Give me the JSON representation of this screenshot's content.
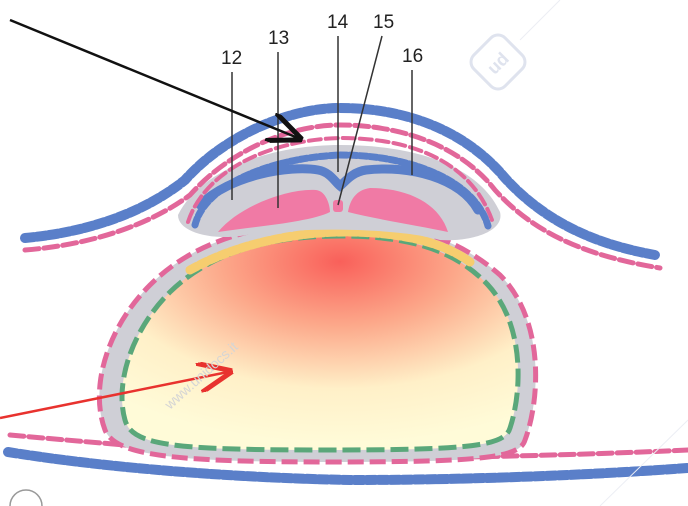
{
  "labels": [
    {
      "id": "12",
      "text": "12"
    },
    {
      "id": "13",
      "text": "13"
    },
    {
      "id": "14",
      "text": "14"
    },
    {
      "id": "15",
      "text": "15"
    },
    {
      "id": "16",
      "text": "16"
    }
  ],
  "watermarks": [
    "www.unidocs.it",
    "ud"
  ],
  "colors": {
    "ectoderm_blue": "#5a7fc9",
    "mesoderm_pink": "#e2679a",
    "endoderm_green": "#5aa77a",
    "hypoblast_yellow": "#f6cd6f",
    "cavity_gray": "#cfcfd6",
    "yolk_center": "#fa6a5a",
    "yolk_edge": "#fff8cf",
    "black_arrow": "#111111",
    "red_arrow": "#e8322e"
  },
  "icons": [
    "black-pointer-arrow",
    "red-pointer-arrow"
  ]
}
